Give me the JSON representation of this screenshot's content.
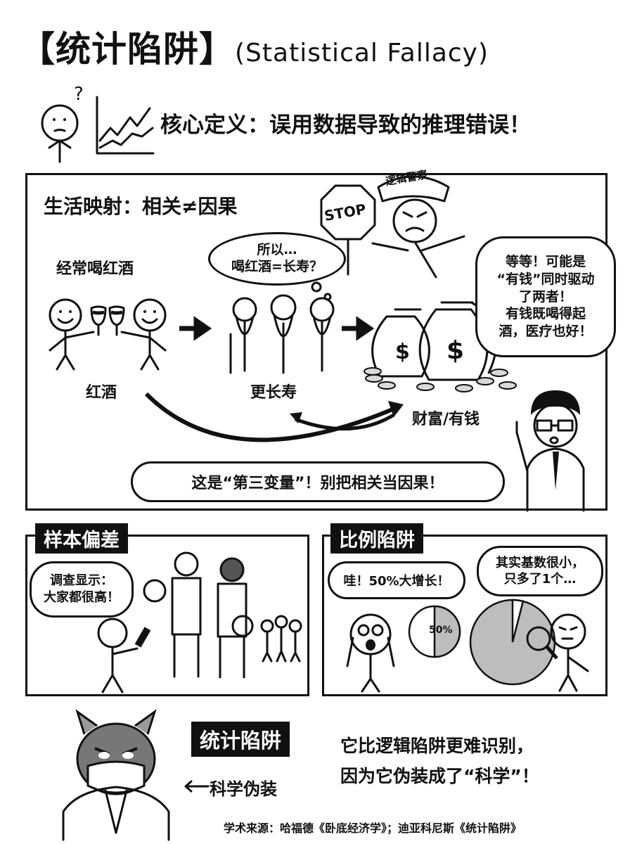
{
  "title": {
    "cn": "【统计陷阱】",
    "en": "(Statistical Fallacy)"
  },
  "definition": "核心定义：误用数据导致的推理错误！",
  "life_mapping": {
    "heading": "生活映射：相关≠因果",
    "drink_label": "经常喝红酒",
    "thought": [
      "所以…",
      "喝红酒=长寿？"
    ],
    "stop_sign": "STOP",
    "police_hat": "逻辑警察",
    "police_speech": [
      "等等！可能是",
      "“有钱”同时驱动",
      "了两者！",
      "有钱既喝得起",
      "酒，医疗也好！"
    ],
    "red_wine": "红酒",
    "longevity": "更长寿",
    "wealth": "财富/有钱",
    "conclusion": "这是“第三变量”！别把相关当因果！"
  },
  "sample_bias": {
    "header": "样本偏差",
    "speech": [
      "调查显示：",
      "大家都很高！"
    ]
  },
  "ratio_trap": {
    "header": "比例陷阱",
    "left_speech": "哇！50%大增长！",
    "right_speech": [
      "其实基数很小，",
      "只多了1个…"
    ],
    "pie_label": "50%",
    "small_pie_fraction": 0.5,
    "big_pie_fraction": 0.04
  },
  "footer": {
    "badge": "统计陷阱",
    "disguise": "科学伪装",
    "note": [
      "它比逻辑陷阱更难识别，",
      "因为它伪装成了“科学”！"
    ],
    "sources": "学术来源：哈福德《卧底经济学》；迪亚科尼斯《统计陷阱》"
  },
  "colors": {
    "ink": "#111111",
    "coin": "#d9d9d9",
    "pie": "#bdbdbd"
  }
}
